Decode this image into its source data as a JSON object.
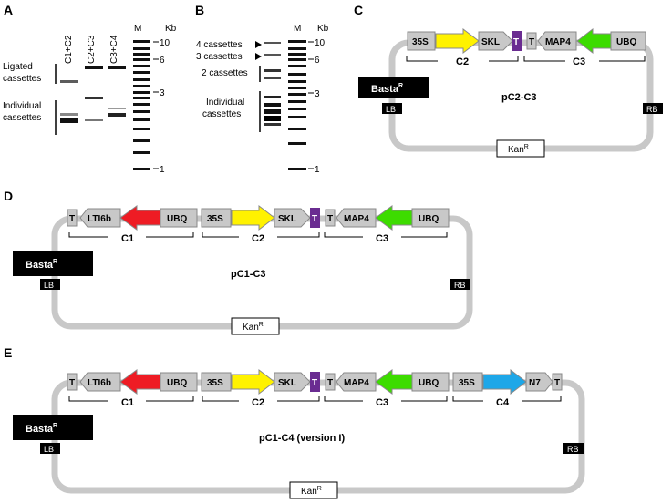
{
  "panels": {
    "A": {
      "label": "A",
      "lanes": [
        "C1+C2",
        "C2+C3",
        "C3+C4"
      ],
      "marker": "M",
      "unit": "Kb",
      "sizes": [
        "10",
        "6",
        "3",
        "1"
      ],
      "annotations": [
        "Ligated",
        "cassettes",
        "Individual",
        "cassettes"
      ]
    },
    "B": {
      "label": "B",
      "marker": "M",
      "unit": "Kb",
      "sizes": [
        "10",
        "6",
        "3",
        "1"
      ],
      "annotations": [
        "4 cassettes",
        "3 cassettes",
        "2 cassettes",
        "Individual",
        "cassettes"
      ]
    },
    "C": {
      "label": "C",
      "elements": [
        "35S",
        "SKL",
        "T",
        "T",
        "MAP4",
        "UBQ"
      ],
      "groups": [
        "C2",
        "C3"
      ],
      "basta": "Basta",
      "basta_sup": "R",
      "lb": "LB",
      "rb": "RB",
      "name": "pC2-C3",
      "kan": "Kan",
      "kan_sup": "R"
    },
    "D": {
      "label": "D",
      "elements": [
        "T",
        "LTI6b",
        "UBQ",
        "35S",
        "SKL",
        "T",
        "T",
        "MAP4",
        "UBQ"
      ],
      "groups": [
        "C1",
        "C2",
        "C3"
      ],
      "basta": "Basta",
      "basta_sup": "R",
      "lb": "LB",
      "rb": "RB",
      "name": "pC1-C3",
      "kan": "Kan",
      "kan_sup": "R"
    },
    "E": {
      "label": "E",
      "elements": [
        "T",
        "LTI6b",
        "UBQ",
        "35S",
        "SKL",
        "T",
        "T",
        "MAP4",
        "UBQ",
        "35S",
        "N7",
        "T"
      ],
      "groups": [
        "C1",
        "C2",
        "C3",
        "C4"
      ],
      "basta": "Basta",
      "basta_sup": "R",
      "lb": "LB",
      "rb": "RB",
      "name": "pC1-C4 (version I)",
      "kan": "Kan",
      "kan_sup": "R"
    }
  },
  "colors": {
    "red": "#ee1c24",
    "yellow": "#fff200",
    "green": "#3ddc00",
    "blue": "#1ea7e8",
    "purple": "#6a2c91",
    "gray": "#c8c8c8"
  }
}
